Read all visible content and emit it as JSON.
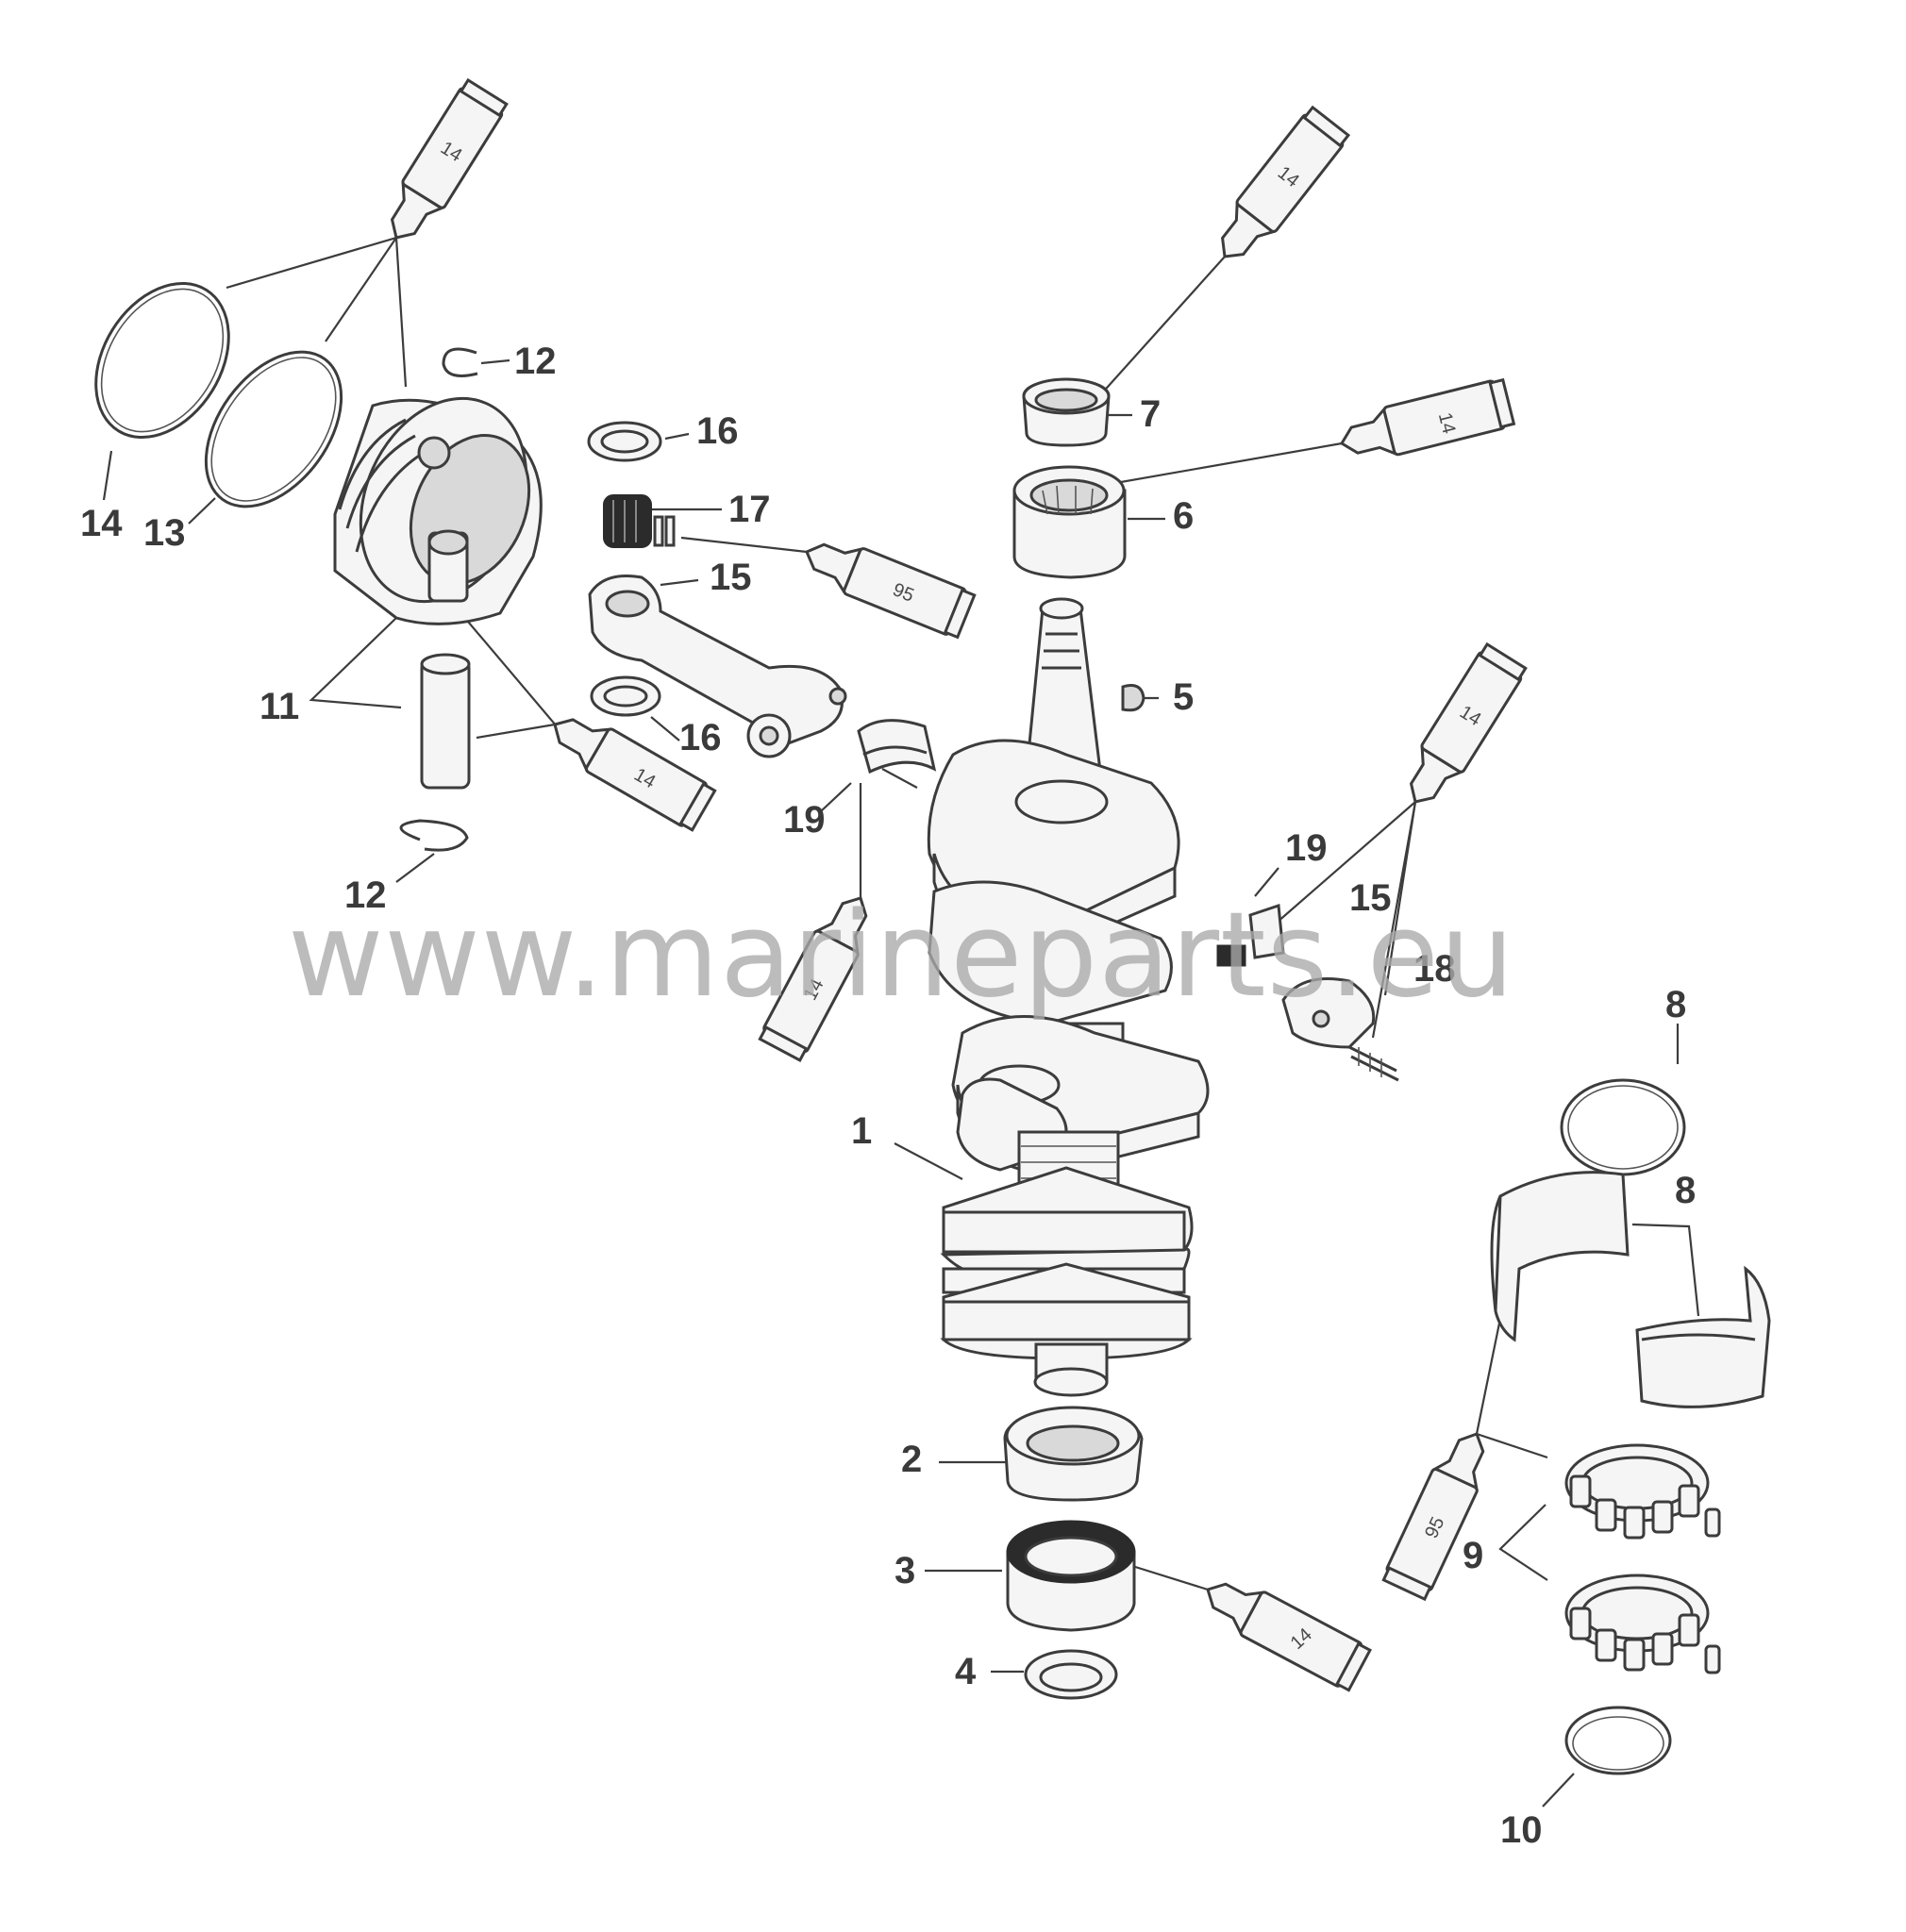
{
  "watermark": "www.marineparts.eu",
  "callouts": [
    "1",
    "2",
    "3",
    "4",
    "5",
    "6",
    "7",
    "8",
    "8",
    "9",
    "10",
    "11",
    "12",
    "12",
    "13",
    "14",
    "15",
    "15",
    "16",
    "16",
    "17",
    "18",
    "19",
    "19"
  ],
  "tube_labels": [
    "14",
    "14",
    "14",
    "14",
    "14",
    "95",
    "14",
    "14",
    "95"
  ]
}
